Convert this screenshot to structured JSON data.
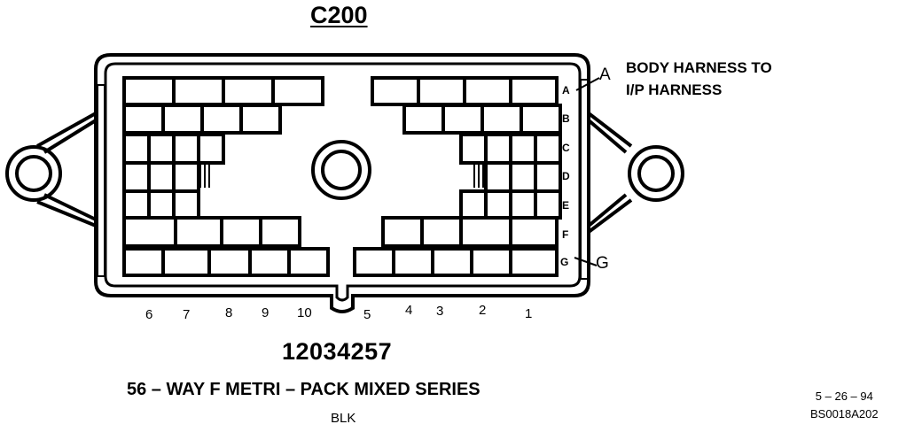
{
  "connector": {
    "title": "C200",
    "description_line1": "BODY HARNESS TO",
    "description_line2": "I/P HARNESS",
    "part_number": "12034257",
    "series": "56 – WAY F METRI – PACK MIXED SERIES",
    "color": "BLK"
  },
  "callouts": {
    "top_pin": "A",
    "bottom_pin": "G"
  },
  "row_labels": [
    "A",
    "B",
    "C",
    "D",
    "E",
    "F",
    "G"
  ],
  "column_labels": [
    "6",
    "7",
    "8",
    "9",
    "10",
    "5",
    "4",
    "3",
    "2",
    "1"
  ],
  "drawing_info": {
    "date": "5 – 26 – 94",
    "code": "BS0018A202"
  }
}
